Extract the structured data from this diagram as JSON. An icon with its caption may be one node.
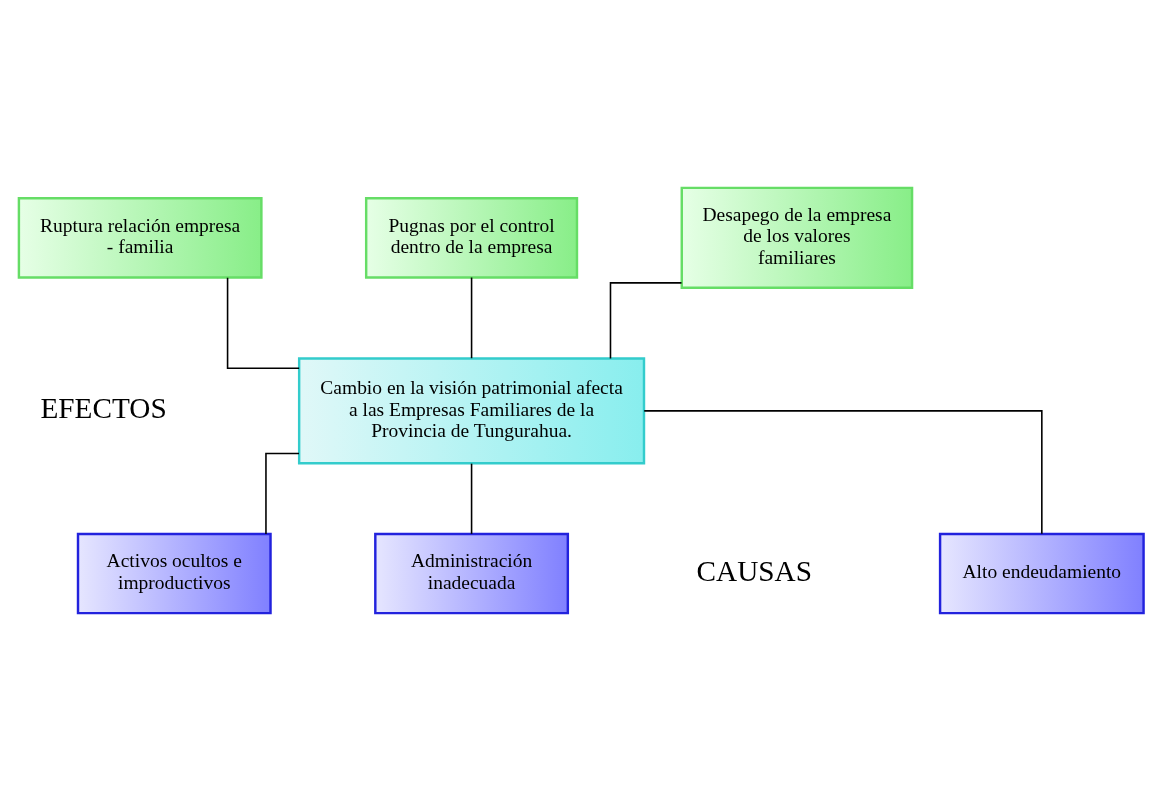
{
  "diagram": {
    "nodes": [
      {
        "text": [
          "Ruptura relación empresa - familia"
        ]
      },
      {
        "text": [
          "Pugnas por el control dentro de la empresa"
        ]
      },
      {
        "text": [
          "Desapego de la empresa de los valores familiares"
        ]
      },
      {
        "text": [
          "Cambio en la visión patrimonial afecta a las Empresas Familiares de la Provincia de Tungurahua."
        ]
      },
      {
        "text": [
          "Alto endeudamiento"
        ]
      },
      {
        "text": [
          "Activos ocultos e improductivos"
        ]
      },
      {
        "text": [
          "Administración inadecuada"
        ]
      }
    ],
    "edges": [
      {
        "from": 0,
        "to": 3,
        "arrow": "none"
      },
      {
        "from": 1,
        "to": 3,
        "arrow": "none"
      },
      {
        "from": 2,
        "to": 3,
        "arrow": "none"
      },
      {
        "from": 3,
        "to": 4,
        "arrow": "none"
      },
      {
        "from": 3,
        "to": 5,
        "arrow": "none"
      },
      {
        "from": 3,
        "to": 6,
        "arrow": "none"
      }
    ],
    "labels": [
      "EFECTOS",
      "CAUSAS"
    ]
  }
}
